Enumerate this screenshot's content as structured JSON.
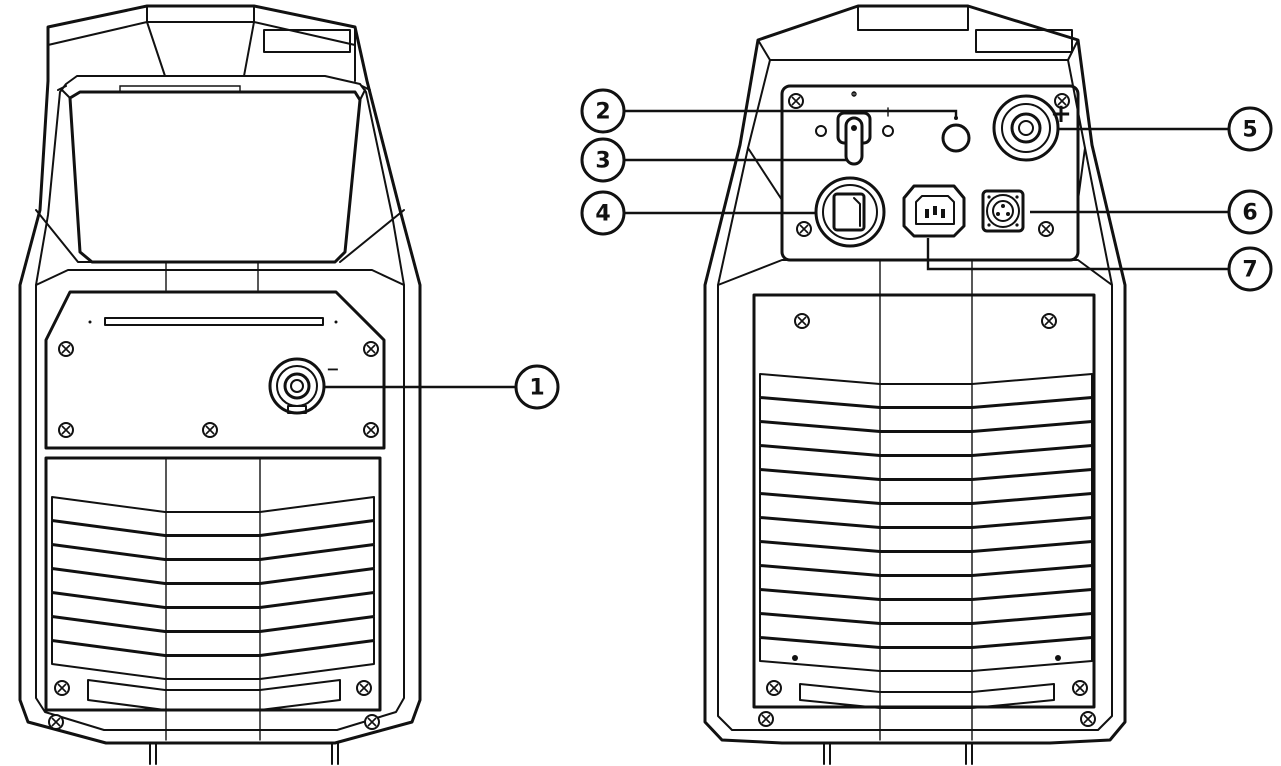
{
  "callouts": [
    {
      "number": "1",
      "target": "front-output-socket"
    },
    {
      "number": "2",
      "target": "rear-indicator-button"
    },
    {
      "number": "3",
      "target": "rear-power-switch"
    },
    {
      "number": "4",
      "target": "rear-gas-inlet"
    },
    {
      "number": "5",
      "target": "rear-positive-socket"
    },
    {
      "number": "6",
      "target": "rear-control-connector"
    },
    {
      "number": "7",
      "target": "rear-mains-inlet"
    }
  ],
  "markings": {
    "positive_sign": "+",
    "negative_sign": "−"
  },
  "colors": {
    "line": "#111111",
    "background": "#ffffff"
  }
}
